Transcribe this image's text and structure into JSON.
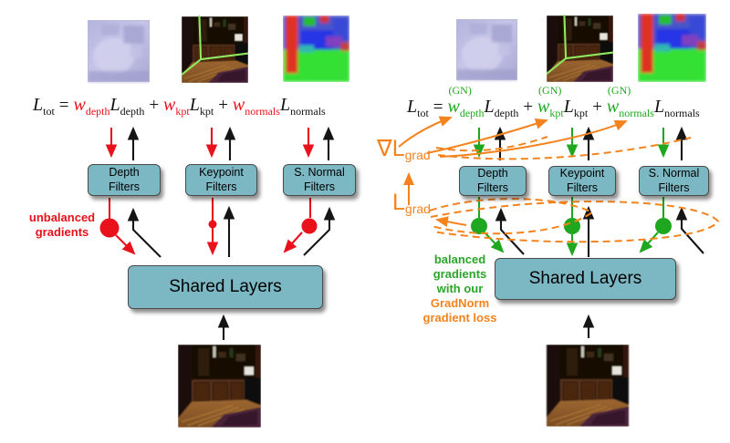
{
  "colors": {
    "red": "#e8111c",
    "green": "#1fa81f",
    "orange": "#f5831d",
    "box_fill": "#7cb8c4",
    "box_border": "#4a4a4a",
    "arrow_black": "#151515"
  },
  "left": {
    "equation": {
      "lhs": {
        "base": "L",
        "sub": "tot"
      },
      "equals": "=",
      "terms": [
        {
          "w": {
            "base": "w",
            "sub": "depth"
          },
          "loss": {
            "base": "L",
            "sub": "depth"
          },
          "op": "+"
        },
        {
          "w": {
            "base": "w",
            "sub": "kpt"
          },
          "loss": {
            "base": "L",
            "sub": "kpt"
          },
          "op": "+"
        },
        {
          "w": {
            "base": "w",
            "sub": "normals"
          },
          "loss": {
            "base": "L",
            "sub": "normals"
          },
          "op": ""
        }
      ]
    },
    "filters": [
      {
        "line1": "Depth",
        "line2": "Filters"
      },
      {
        "line1": "Keypoint",
        "line2": "Filters"
      },
      {
        "line1": "S. Normal",
        "line2": "Filters"
      }
    ],
    "annotation": [
      "unbalanced",
      "gradients"
    ],
    "shared_layers": "Shared Layers"
  },
  "right": {
    "equation": {
      "lhs": {
        "base": "L",
        "sub": "tot"
      },
      "equals": "=",
      "terms": [
        {
          "w": {
            "base": "w",
            "sub": "depth",
            "sup": "(GN)"
          },
          "loss": {
            "base": "L",
            "sub": "depth"
          },
          "op": "+"
        },
        {
          "w": {
            "base": "w",
            "sub": "kpt",
            "sup": "(GN)"
          },
          "loss": {
            "base": "L",
            "sub": "kpt"
          },
          "op": "+"
        },
        {
          "w": {
            "base": "w",
            "sub": "normals",
            "sup": "(GN)"
          },
          "loss": {
            "base": "L",
            "sub": "normals"
          },
          "op": ""
        }
      ]
    },
    "filters": [
      {
        "line1": "Depth",
        "line2": "Filters"
      },
      {
        "line1": "Keypoint",
        "line2": "Filters"
      },
      {
        "line1": "S. Normal",
        "line2": "Filters"
      }
    ],
    "nabla_label": {
      "symbol": "∇",
      "base": "L",
      "sub": "grad"
    },
    "lgrad_label": {
      "base": "L",
      "sub": "grad"
    },
    "annotation_green": [
      "balanced",
      "gradients",
      "with our"
    ],
    "annotation_orange": [
      "GradNorm",
      "gradient loss"
    ],
    "shared_layers": "Shared Layers"
  },
  "images": {
    "depth_target": "depth-map",
    "keypoint_target": "room-with-keypoint-lines",
    "normals_target": "surface-normals-map",
    "network_input": "room-photo"
  }
}
